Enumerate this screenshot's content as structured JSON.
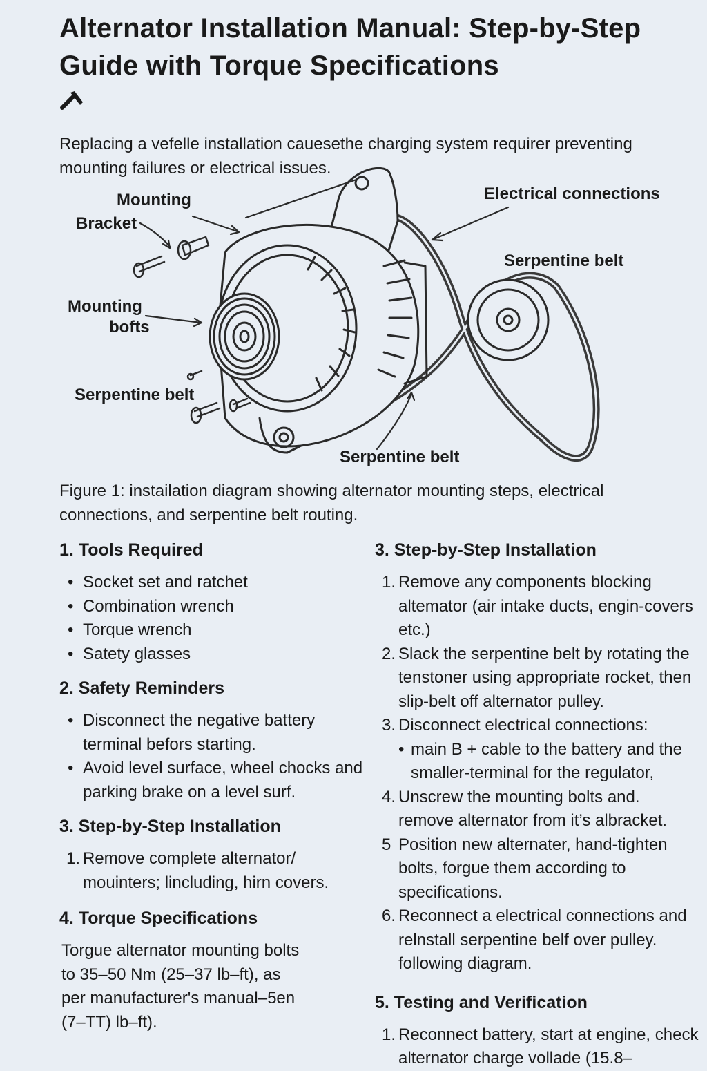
{
  "title": "Alternator Installation Manual: Step-by-Step Guide with Torque Specifications",
  "title_icon": "wrench-icon",
  "intro": "Replacing a vefelle installation cauesethe charging system requirer preventing mounting failures or electrical issues.",
  "diagram": {
    "labels": {
      "mounting_bracket_1": "Mounting",
      "mounting_bracket_2": "Bracket",
      "electrical_connections": "Electrical connections",
      "serpentine_belt_right": "Serpentine belt",
      "mounting_bolts_1": "Mounting",
      "mounting_bolts_2": "bofts",
      "serpentine_belt_left": "Serpentine belt",
      "serpentine_belt_bottom": "Serpentine belt"
    }
  },
  "caption": "Figure 1: instailation diagram showing alternator mounting steps, electrical connections, and serpentine belt routing.",
  "left": {
    "tools": {
      "heading": "1. Tools Required",
      "items": [
        "Socket set and ratchet",
        "Combination wrench",
        "Torque wrench",
        "Satety glasses"
      ]
    },
    "safety": {
      "heading": "2. Safety Reminders",
      "items": [
        "Disconnect the negative battery terminal befors starting.",
        "Avoid level surface, wheel chocks and parking brake on a level surf."
      ]
    },
    "install": {
      "heading": "3. Step-by-Step Installation",
      "items": [
        {
          "num": "1.",
          "text": "Remove complete alternator/ mouinters; lincluding, hirn covers."
        }
      ]
    },
    "torque": {
      "heading": "4. Torque Specifications",
      "lines": [
        "Torgue alternator mounting bolts",
        "to 35–50 Nm (25–37 lb–ft), as",
        "per manufacturer's manual–5en",
        "(7–TT) lb–ft)."
      ]
    }
  },
  "right": {
    "install": {
      "heading": "3. Step-by-Step Installation",
      "items": [
        {
          "num": "1.",
          "text": "Remove any components blocking altemator (air intake ducts, engin-covers etc.)"
        },
        {
          "num": "2.",
          "text": "Slack the serpentine belt by rotating the tenstoner using appropriate rocket, then slip-belt off alternator pulley."
        },
        {
          "num": "3.",
          "text": "Disconnect electrical connections:"
        },
        {
          "num": "4.",
          "text": "Unscrew the mounting bolts and. remove alternator from it’s albracket."
        },
        {
          "num": "5",
          "text": "Position new alternater, hand-tighten bolts, forgue them according to specifications."
        },
        {
          "num": "6.",
          "text": "Reconnect a electrical connections and relnstall serpentine belf over pulley. following diagram."
        }
      ],
      "sub_item": "main B + cable to the battery and the smaller-terminal for the regulator,"
    },
    "testing": {
      "heading": "5. Testing and Verification",
      "items": [
        {
          "num": "1.",
          "text": "Reconnect battery, start at engine, check alternator charge vollade (15.8–"
        }
      ]
    }
  }
}
